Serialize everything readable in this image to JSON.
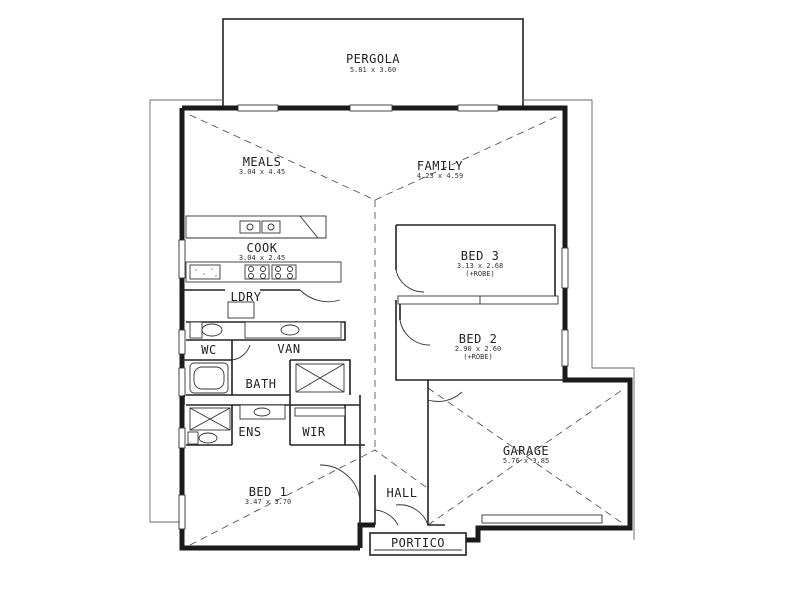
{
  "rooms": {
    "pergola": {
      "name": "PERGOLA",
      "dims": "5.81 x 3.60"
    },
    "meals": {
      "name": "MEALS",
      "dims": "3.04 x 4.45"
    },
    "family": {
      "name": "FAMILY",
      "dims": "4.23 x 4.59"
    },
    "cook": {
      "name": "COOK",
      "dims": "3.04 x 2.45"
    },
    "bed3": {
      "name": "BED 3",
      "dims": "3.13 x 2.68",
      "note": "(+ROBE)"
    },
    "ldry": {
      "name": "LDRY"
    },
    "bed2": {
      "name": "BED 2",
      "dims": "2.90 x 2.60",
      "note": "(+ROBE)"
    },
    "wc": {
      "name": "WC"
    },
    "van": {
      "name": "VAN"
    },
    "bath": {
      "name": "BATH"
    },
    "ens": {
      "name": "ENS"
    },
    "wir": {
      "name": "WIR"
    },
    "garage": {
      "name": "GARAGE",
      "dims": "5.76 x 3.85"
    },
    "bed1": {
      "name": "BED 1",
      "dims": "3.47 x 3.70"
    },
    "hall": {
      "name": "HALL"
    },
    "portico": {
      "name": "PORTICO"
    }
  }
}
